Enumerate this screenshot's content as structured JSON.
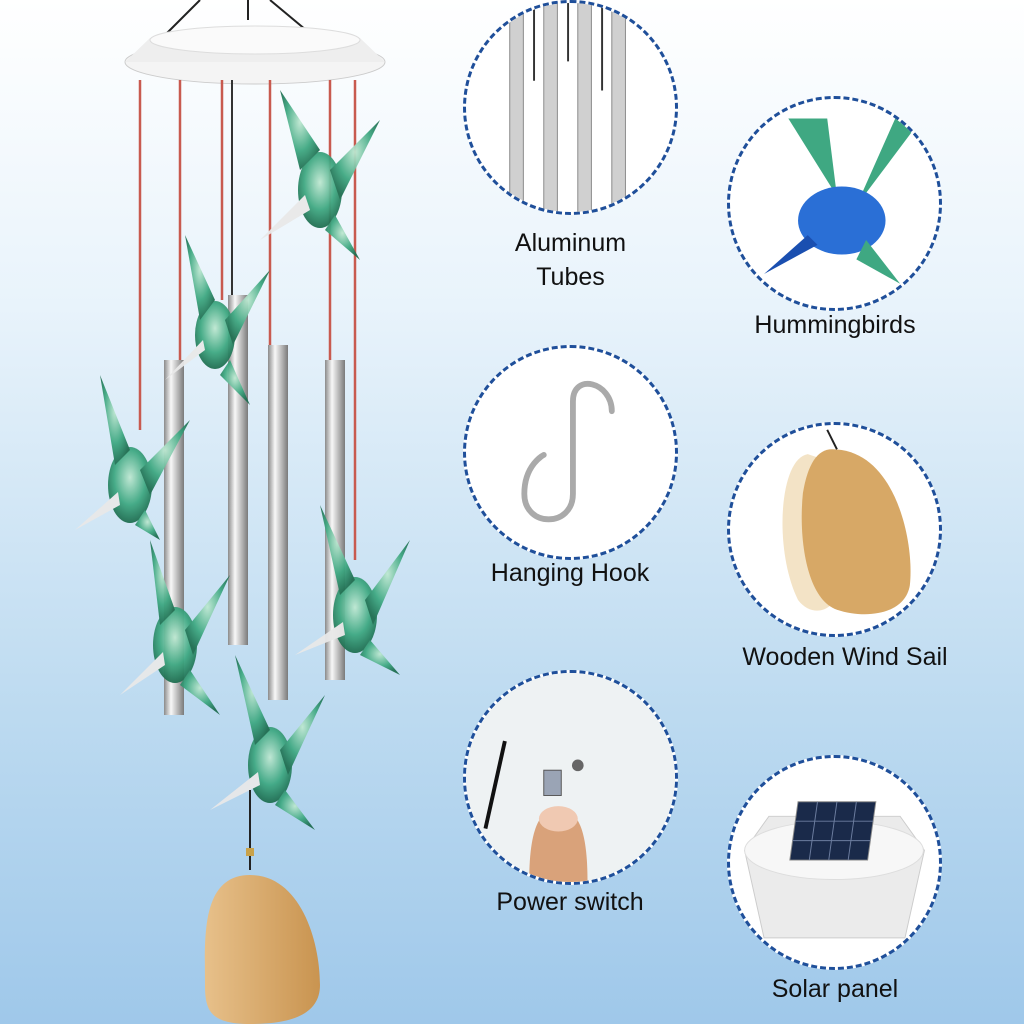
{
  "colors": {
    "bird_green": "#3fa882",
    "bird_blue": "#2a6fd6",
    "wood": "#d7a866",
    "circle_border": "#1f4f9a",
    "tube_silver": "#d9d9d9",
    "string_red": "#c85a4f"
  },
  "features": [
    {
      "id": "tubes",
      "label": "Aluminum\nTubes",
      "icon": "aluminum-tubes-icon"
    },
    {
      "id": "birds",
      "label": "Hummingbirds",
      "icon": "hummingbird-icon"
    },
    {
      "id": "hook",
      "label": "Hanging Hook",
      "icon": "s-hook-icon"
    },
    {
      "id": "sail",
      "label": "Wooden Wind Sail",
      "icon": "wind-sail-icon"
    },
    {
      "id": "switch",
      "label": "Power switch",
      "icon": "power-switch-icon"
    },
    {
      "id": "solar",
      "label": "Solar panel",
      "icon": "solar-panel-icon"
    }
  ]
}
